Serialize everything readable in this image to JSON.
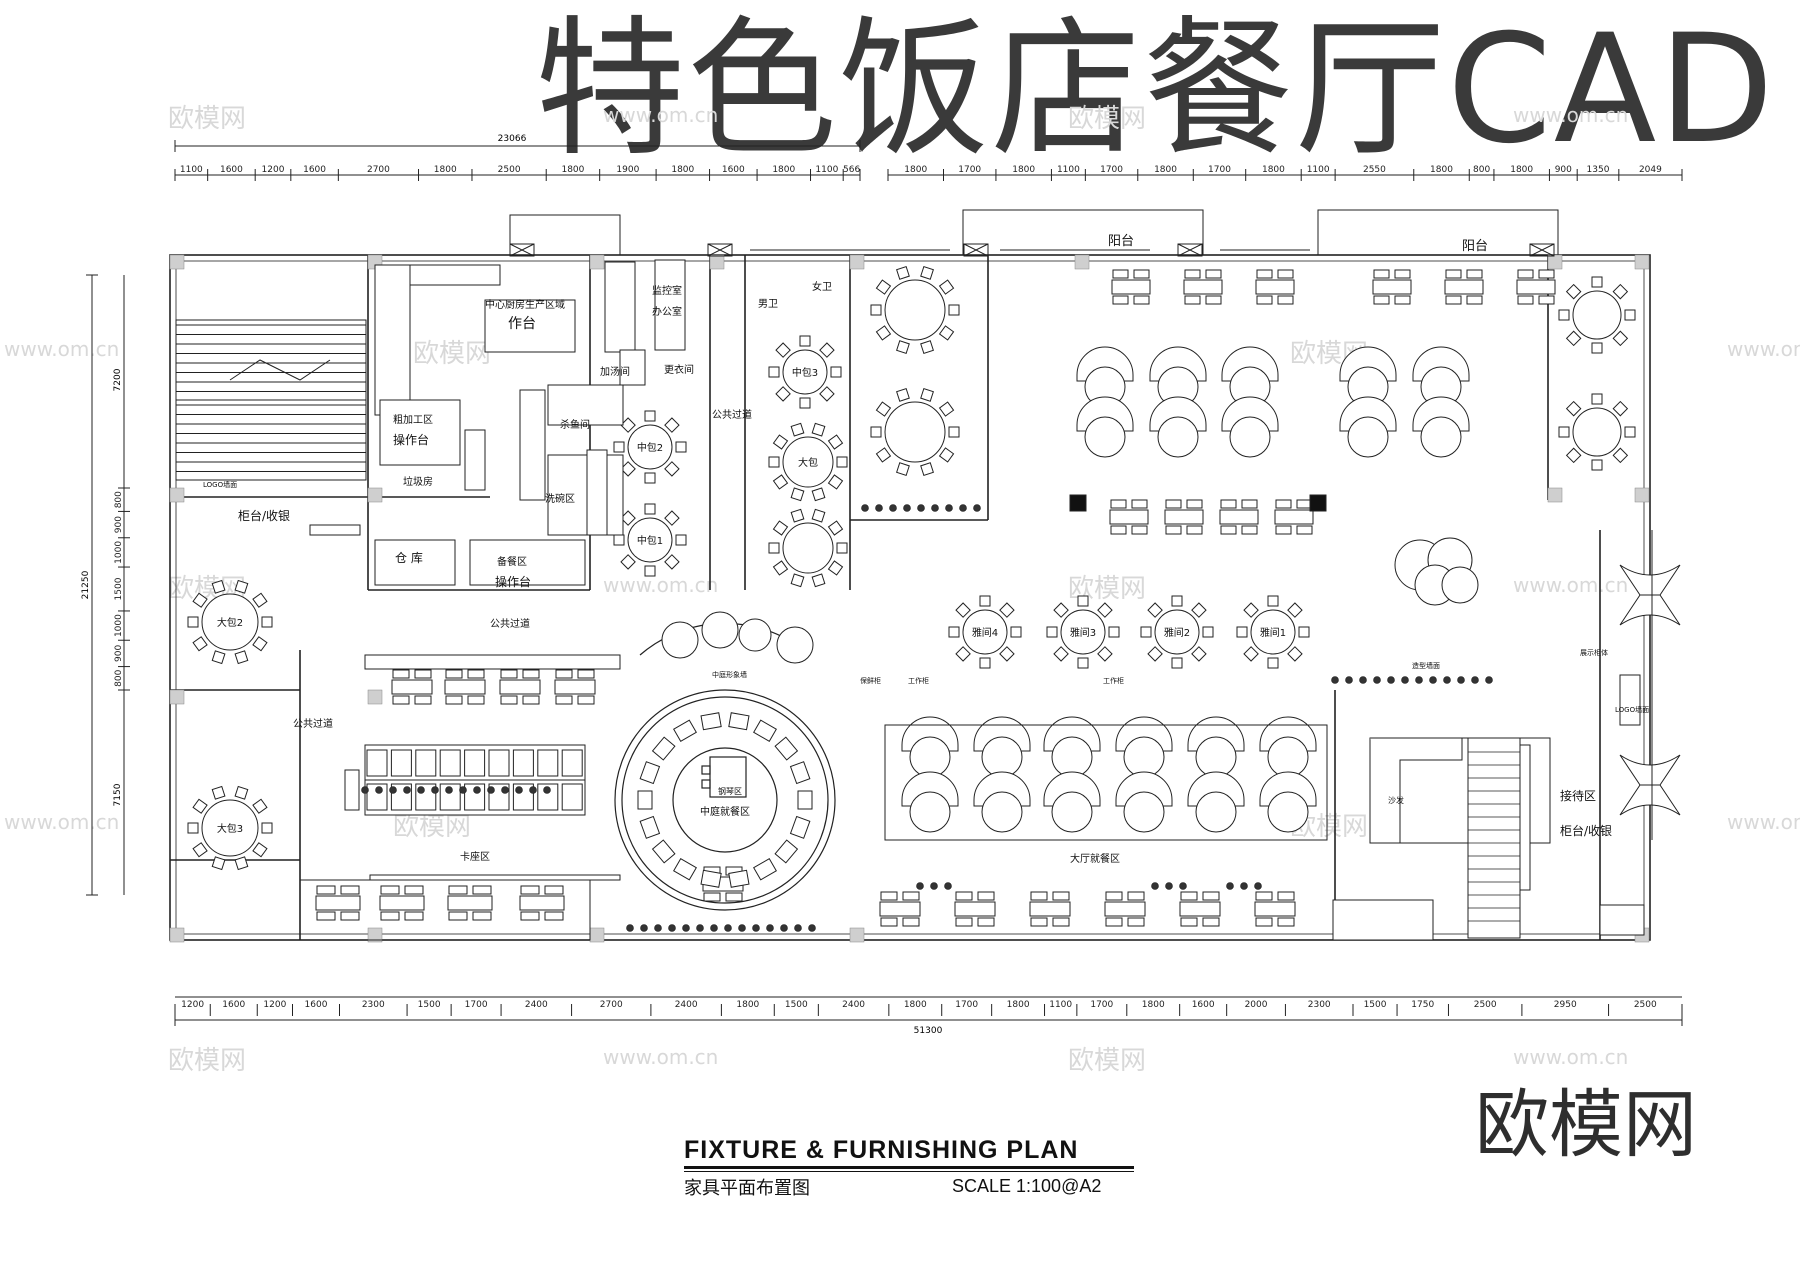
{
  "title": "特色饭店餐厅CAD",
  "brand": "欧模网",
  "watermark": {
    "logo": "欧模网",
    "url": "www.om.cn"
  },
  "plan": {
    "title": "FIXTURE & FURNISHING PLAN",
    "subtitle": "家具平面布置图",
    "scale": "SCALE  1:100@A2"
  },
  "dimensions": {
    "top_overall": "23066",
    "top_left": [
      "1100",
      "1600",
      "1200",
      "1600",
      "2700",
      "1800",
      "2500",
      "1800",
      "1900",
      "1800",
      "1600",
      "1800",
      "1100",
      "566"
    ],
    "top_right": [
      "1800",
      "1700",
      "1800",
      "1100",
      "1700",
      "1800",
      "1700",
      "1800",
      "1100",
      "2550",
      "1800",
      "800",
      "1800",
      "900",
      "1350",
      "2049"
    ],
    "bottom": [
      "1200",
      "1600",
      "1200",
      "1600",
      "2300",
      "1500",
      "1700",
      "2400",
      "2700",
      "2400",
      "1800",
      "1500",
      "2400",
      "1800",
      "1700",
      "1800",
      "1100",
      "1700",
      "1800",
      "1600",
      "2000",
      "2300",
      "1500",
      "1750",
      "2500",
      "2950",
      "2500"
    ],
    "bottom_overall": "51300",
    "left_overall": "21250",
    "left_upper": "7200",
    "left_mid": [
      "800",
      "900",
      "1000",
      "1500",
      "1000",
      "900",
      "800"
    ],
    "left_lower": "7150"
  },
  "rooms": {
    "balcony": "阳台",
    "central_kitchen": "中心厨房生产区域",
    "work_table": "作台",
    "office": "办公室",
    "monitor_room": "监控室",
    "changing_room": "更衣间",
    "soup_room": "加汤间",
    "rough_processing": "粗加工区",
    "operation_table": "操作台",
    "garbage_room": "垃圾房",
    "fish_room": "杀鱼间",
    "washing_area": "洗碗区",
    "warehouse": "仓 库",
    "prep_area": "备餐区",
    "public_corridor": "公共过道",
    "male_wc": "男卫",
    "female_wc": "女卫",
    "mid_private_1": "中包1",
    "mid_private_2": "中包2",
    "mid_private_3": "中包3",
    "big_private": "大包",
    "big_private_2": "大包2",
    "big_private_3": "大包3",
    "counter_cashier": "柜台/收银",
    "logo_wall": "LOGO墙面",
    "booth_area": "卡座区",
    "courtyard_dining": "中庭就餐区",
    "piano_area": "钢琴区",
    "hall_dining": "大厅就餐区",
    "reception_area": "接待区",
    "display": "展示柜体",
    "partition_1": "雅间1",
    "partition_2": "雅间2",
    "partition_3": "雅间3",
    "partition_4": "雅间4",
    "sofa": "沙发",
    "model_wall": "造型墙面",
    "tool_cabinet": "工作柜",
    "clean_cabinet": "保鲜柜",
    "courtyard_wall": "中庭形象墙"
  }
}
